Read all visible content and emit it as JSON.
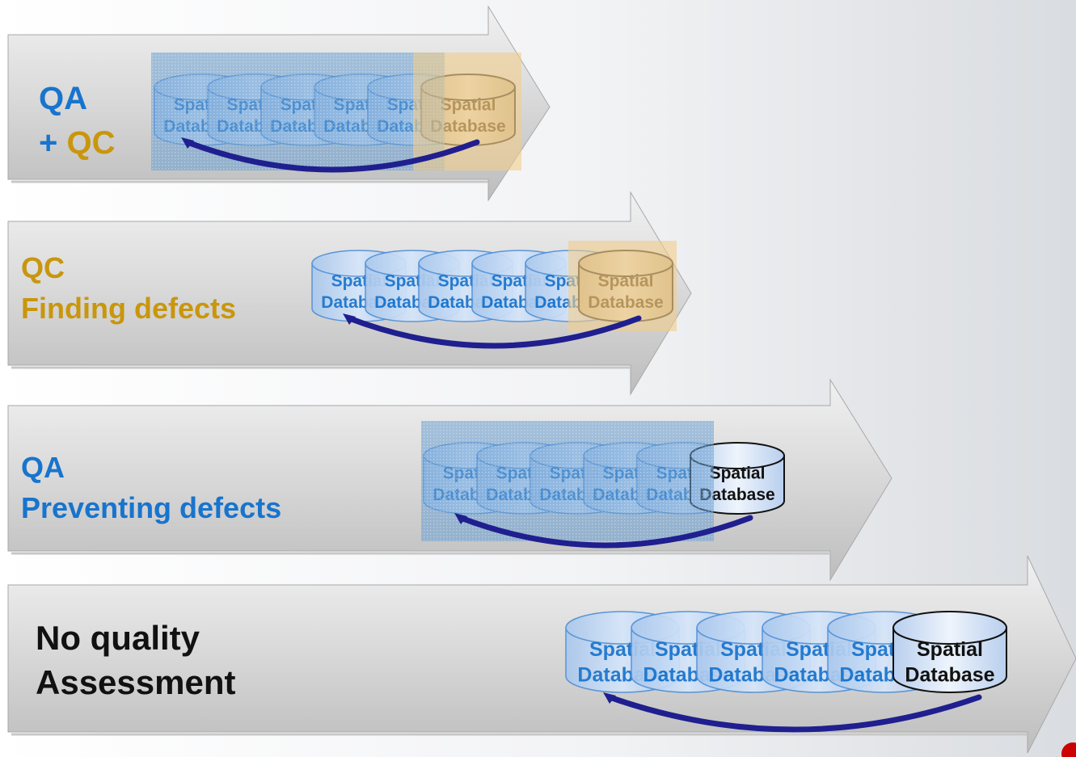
{
  "colors": {
    "qa_blue": "#1874CD",
    "qc_gold": "#C9960C",
    "dark_text": "#111111",
    "arc": "#1F1F8F",
    "cyl_blue": "#C6DCF6",
    "cyl_tan": "#D8C8A8",
    "qa_tint": "#6A9FD2",
    "qc_tint": "#F2CD8C",
    "dot_red": "#CC0000"
  },
  "db_label": {
    "line1": "Spatial",
    "line2": "Database"
  },
  "rows": [
    {
      "id": "qa-qc",
      "lines": [
        {
          "segments": [
            {
              "text": "QA",
              "color": "#1874CD"
            }
          ]
        },
        {
          "segments": [
            {
              "text": "+ ",
              "color": "#1874CD"
            },
            {
              "text": "QC",
              "color": "#C9960C"
            }
          ]
        }
      ],
      "cylinder_count": 6,
      "front_style": "tan",
      "qa_overlay": true,
      "qc_overlay": true
    },
    {
      "id": "qc",
      "lines": [
        {
          "segments": [
            {
              "text": "QC",
              "color": "#C9960C"
            }
          ]
        },
        {
          "segments": [
            {
              "text": "Finding defects",
              "color": "#C9960C"
            }
          ]
        }
      ],
      "cylinder_count": 6,
      "front_style": "tan",
      "qa_overlay": false,
      "qc_overlay": true
    },
    {
      "id": "qa",
      "lines": [
        {
          "segments": [
            {
              "text": "QA",
              "color": "#1874CD"
            }
          ]
        },
        {
          "segments": [
            {
              "text": "Preventing defects",
              "color": "#1874CD"
            }
          ]
        }
      ],
      "cylinder_count": 6,
      "front_style": "white",
      "qa_overlay": true,
      "qc_overlay": false
    },
    {
      "id": "none",
      "lines": [
        {
          "segments": [
            {
              "text": "No quality",
              "color": "#111111"
            }
          ]
        },
        {
          "segments": [
            {
              "text": "Assessment",
              "color": "#111111"
            }
          ]
        }
      ],
      "cylinder_count": 6,
      "front_style": "white",
      "qa_overlay": false,
      "qc_overlay": false
    }
  ]
}
